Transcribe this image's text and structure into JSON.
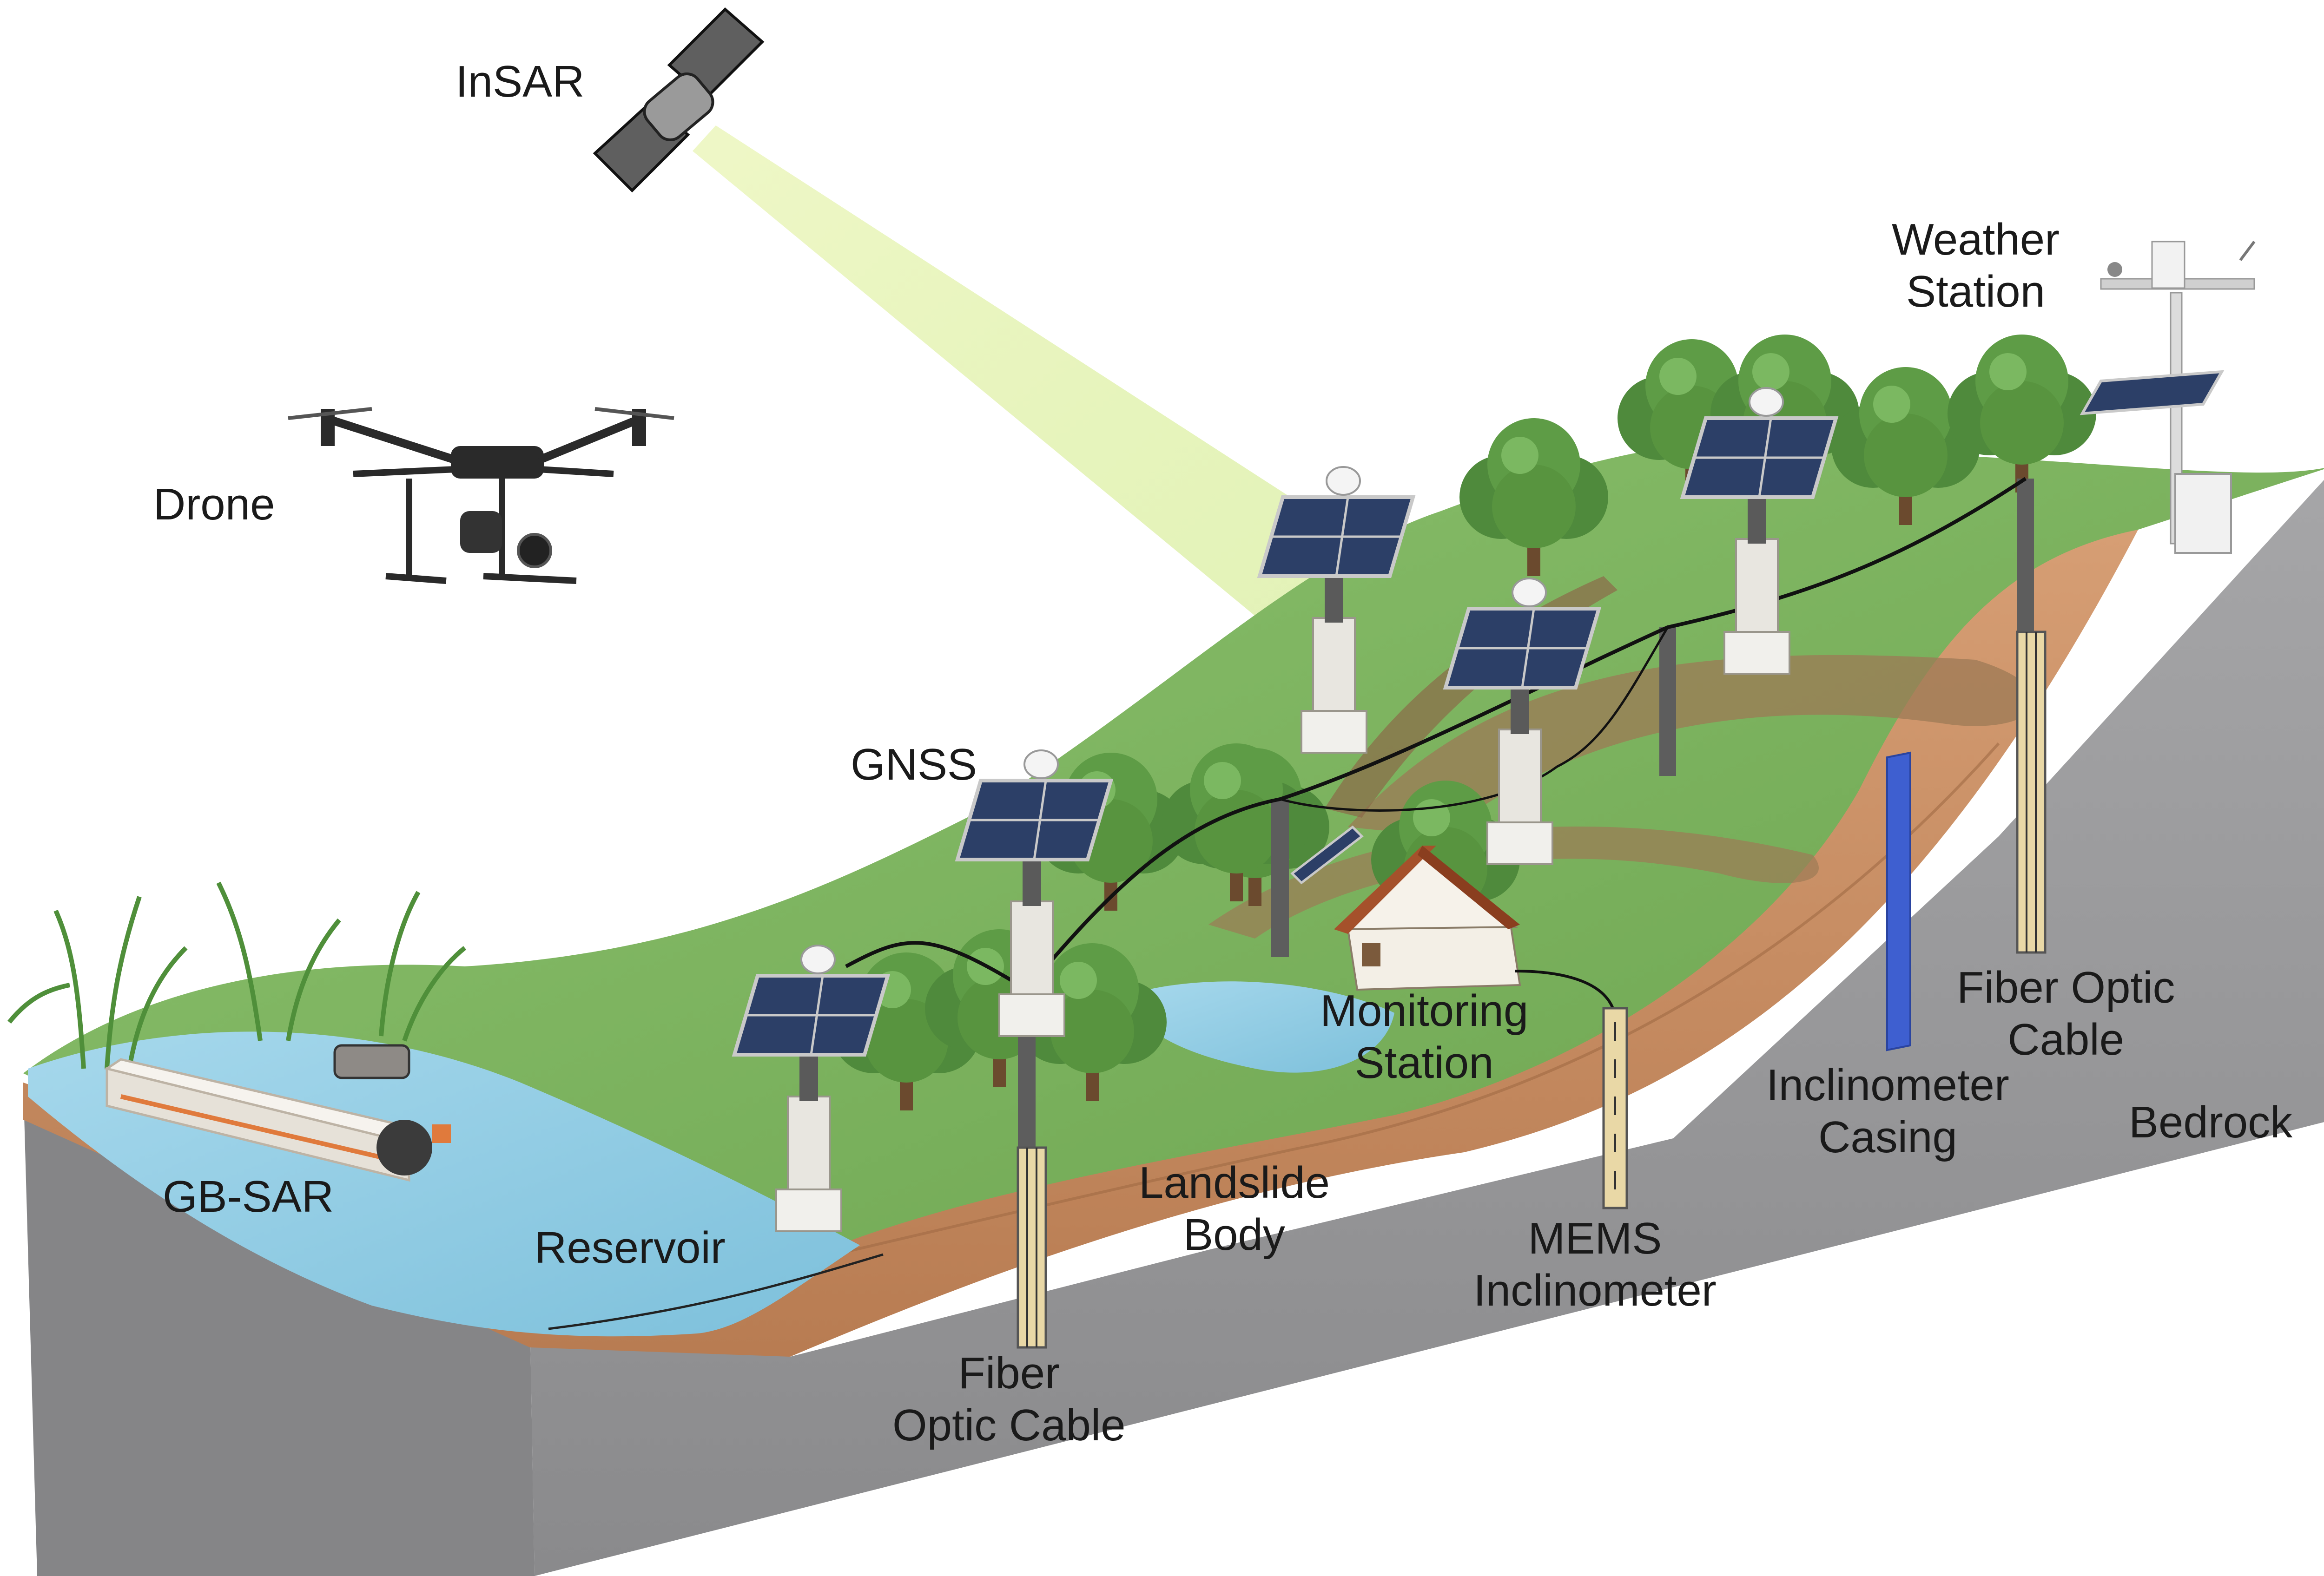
{
  "labels": {
    "insar": "InSAR",
    "drone": "Drone",
    "weather_station": "Weather\nStation",
    "gnss": "GNSS",
    "gb_sar": "GB-SAR",
    "reservoir": "Reservoir",
    "monitoring_station": "Monitoring\nStation",
    "landslide_body": "Landslide\nBody",
    "fiber_optic_cable_left": "Fiber\nOptic Cable",
    "mems_inclinometer": "MEMS\nInclinometer",
    "inclinometer_casing": "Inclinometer\nCasing",
    "fiber_optic_cable_right": "Fiber Optic\nCable",
    "bedrock": "Bedrock"
  },
  "colors": {
    "grass": "#7fb564",
    "soil": "#c98e64",
    "bedrock": "#9a9a9c",
    "water": "#92cde3",
    "insar_beam": "#e6f3b4",
    "casing": "#3e5fd0"
  }
}
